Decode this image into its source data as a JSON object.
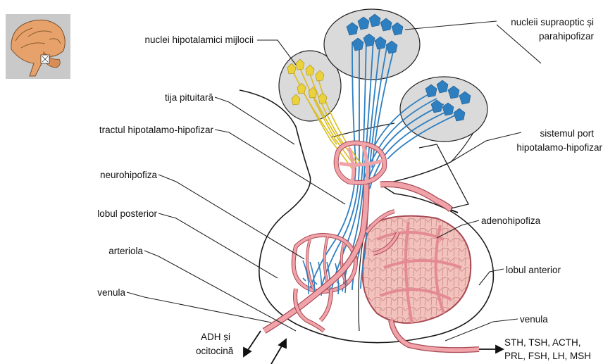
{
  "labels": {
    "nuclei_hipotalamici_mijlocii": "nuclei hipotalamici mijlocii",
    "tija_pituitara": "tija pituitară",
    "tractul": "tractul hipotalamo-hipofizar",
    "neurohipofiza": "neurohipofiza",
    "lobul_posterior": "lobul posterior",
    "arteriola": "arteriola",
    "venula_left": "venula",
    "adh_line1": "ADH și",
    "adh_line2": "ocitocină",
    "nucleii_line1": "nucleii supraoptic și",
    "nucleii_line2": "parahipofizar",
    "sistemul_line1": "sistemul port",
    "sistemul_line2": "hipotalamo-hipofizar",
    "adenohipofiza": "adenohipofiza",
    "lobul_anterior": "lobul anterior",
    "venula_right": "venula",
    "hormones_line1": "STH, TSH, ACTH,",
    "hormones_line2": "PRL, FSH, LH, MSH"
  },
  "colors": {
    "neuron_blue": "#2e7fc0",
    "neuron_yellow": "#ecd23a",
    "vessel_pink": "#f0a3a8",
    "vessel_outline": "#a84a55",
    "nucleus_gray": "#dadada",
    "tissue_pink": "#f4c4c0"
  }
}
